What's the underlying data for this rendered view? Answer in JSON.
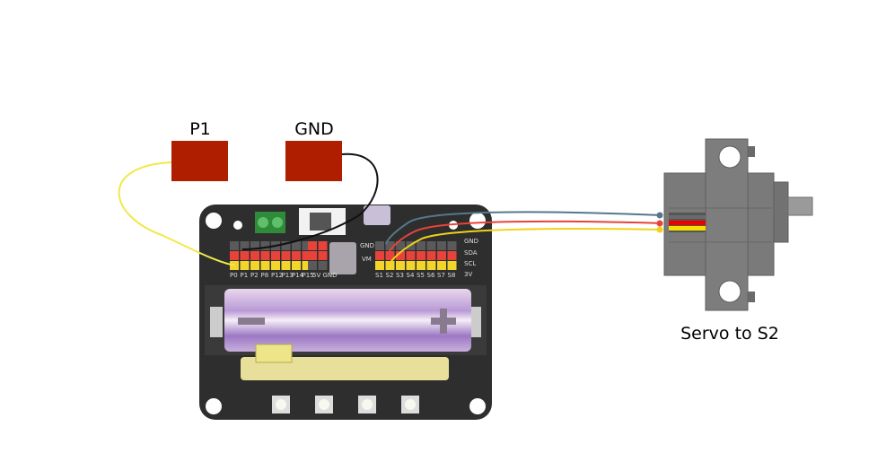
{
  "labels": {
    "pad_p1": "P1",
    "pad_gnd": "GND",
    "servo": "Servo to S2"
  },
  "board": {
    "left_pins": [
      "P0",
      "P1",
      "P2",
      "P8",
      "P12",
      "P13",
      "P14",
      "P15",
      "5V",
      "GND"
    ],
    "servo_pins": [
      "S1",
      "S2",
      "S3",
      "S4",
      "S5",
      "S6",
      "S7",
      "S8"
    ],
    "power_labels": [
      "GND",
      "VM"
    ],
    "i2c_labels": [
      "GND",
      "SDA",
      "SCL",
      "3V"
    ]
  },
  "colors": {
    "pad": "#b01e00",
    "board": "#2e2e2e",
    "servo_body": "#777777",
    "wire_p1": "#f2e84a",
    "wire_gnd": "#111111",
    "wire_servo_gnd": "#56788c",
    "wire_servo_vcc": "#e8433a",
    "wire_servo_signal": "#f0d21a"
  }
}
